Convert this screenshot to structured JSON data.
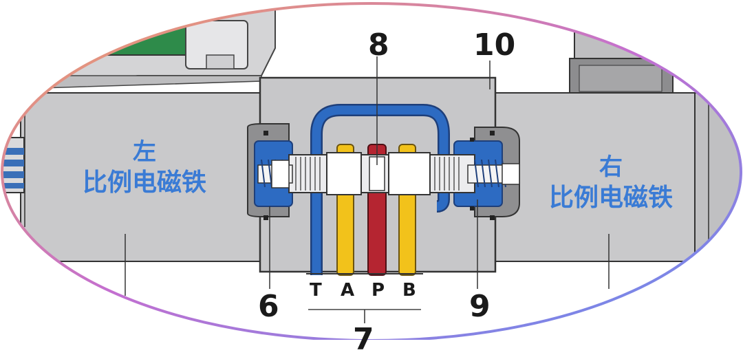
{
  "labels": {
    "left_magnet": {
      "line1": "左",
      "line2": "比例电磁铁"
    },
    "right_magnet": {
      "line1": "右",
      "line2": "比例电磁铁"
    },
    "callouts": [
      "6",
      "7",
      "8",
      "9",
      "10"
    ],
    "ports": [
      "T",
      "A",
      "P",
      "B"
    ]
  },
  "colors": {
    "tank_line": "#2d6bc2",
    "pressure_line": "#b52531",
    "work_line": "#f2c21b",
    "body_grey": "#c7c7c9",
    "label_blue": "#3a7bd5",
    "green_part": "#2e8b4a",
    "frame_gradient": [
      "#f0a25f",
      "#b05fd1",
      "#5f8ff0"
    ]
  }
}
